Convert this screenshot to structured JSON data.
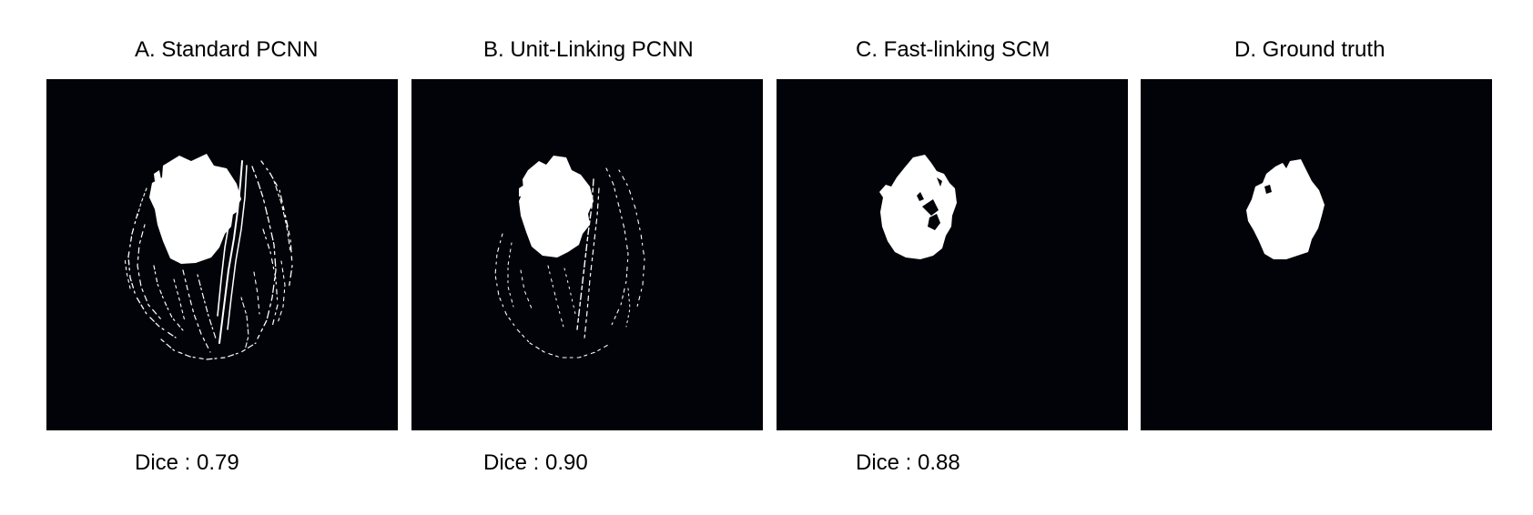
{
  "figure": {
    "panels": [
      {
        "title": "A. Standard PCNN",
        "dice_label": "Dice",
        "dice_value": "0.79"
      },
      {
        "title": "B. Unit-Linking PCNN",
        "dice_label": "Dice",
        "dice_value": "0.90"
      },
      {
        "title": "C. Fast-linking SCM",
        "dice_label": "Dice",
        "dice_value": "0.88"
      },
      {
        "title": "D. Ground truth"
      }
    ],
    "colors": {
      "background": "#ffffff",
      "mask_background": "#020308",
      "mask_foreground": "#ffffff"
    }
  }
}
